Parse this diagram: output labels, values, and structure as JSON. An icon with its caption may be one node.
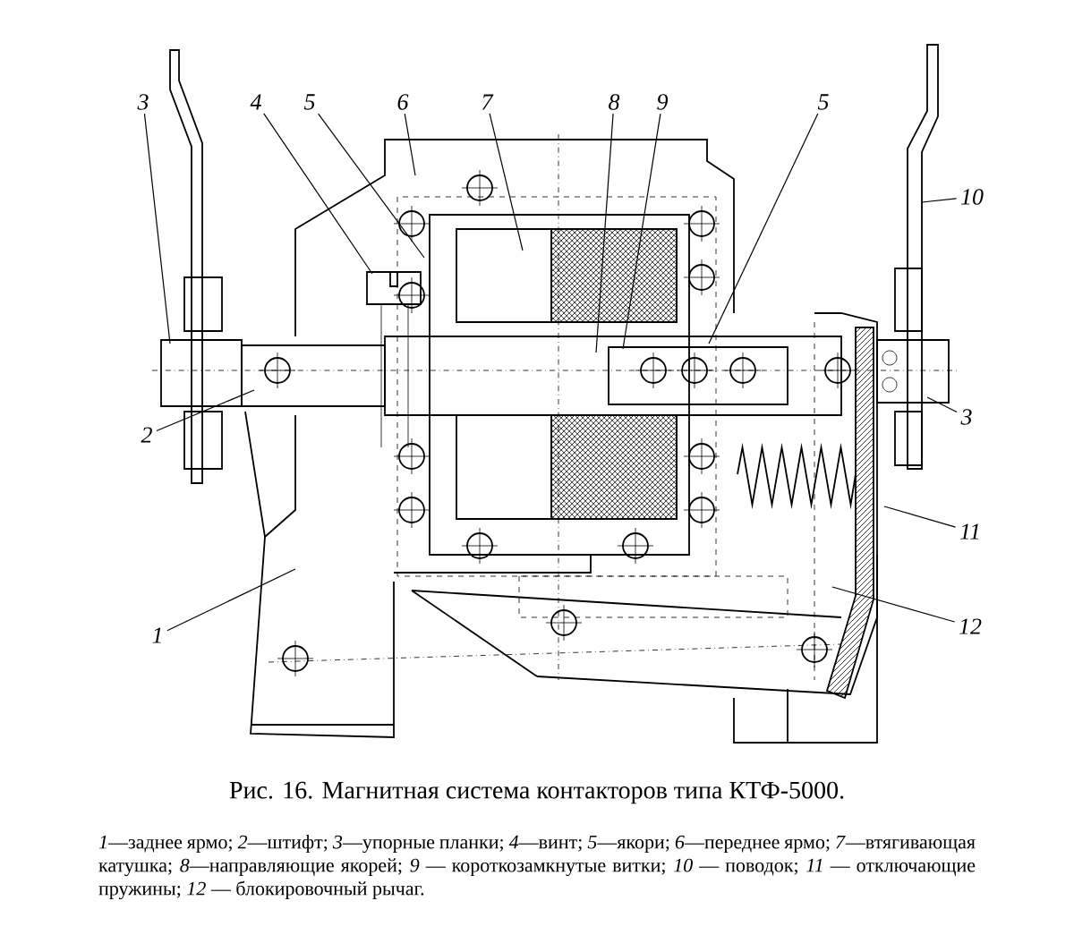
{
  "diagram": {
    "caption": "Рис. 16. Магнитная система контакторов типа КТФ-5000.",
    "nodes": [
      {
        "text": [
          "3"
        ]
      },
      {
        "text": [
          "4"
        ]
      },
      {
        "text": [
          "5"
        ]
      },
      {
        "text": [
          "6"
        ]
      },
      {
        "text": [
          "7"
        ]
      },
      {
        "text": [
          "8"
        ]
      },
      {
        "text": [
          "9"
        ]
      },
      {
        "text": [
          "5"
        ]
      },
      {
        "text": [
          "10"
        ]
      },
      {
        "text": [
          "3"
        ]
      },
      {
        "text": [
          "2"
        ]
      },
      {
        "text": [
          "11"
        ]
      },
      {
        "text": [
          "12"
        ]
      },
      {
        "text": [
          "1"
        ]
      }
    ],
    "edges": [
      {
        "from": 0,
        "to": null,
        "arrow": "none"
      },
      {
        "from": 1,
        "to": null,
        "arrow": "none"
      },
      {
        "from": 2,
        "to": null,
        "arrow": "none"
      },
      {
        "from": 3,
        "to": null,
        "arrow": "none"
      },
      {
        "from": 4,
        "to": null,
        "arrow": "none"
      },
      {
        "from": 5,
        "to": null,
        "arrow": "none"
      },
      {
        "from": 6,
        "to": null,
        "arrow": "none"
      },
      {
        "from": 7,
        "to": null,
        "arrow": "none"
      },
      {
        "from": 8,
        "to": null,
        "arrow": "none"
      },
      {
        "from": 9,
        "to": null,
        "arrow": "none"
      },
      {
        "from": 10,
        "to": null,
        "arrow": "none"
      },
      {
        "from": 11,
        "to": null,
        "arrow": "none"
      },
      {
        "from": 12,
        "to": null,
        "arrow": "none"
      },
      {
        "from": 13,
        "to": null,
        "arrow": "none"
      }
    ],
    "labels": [
      "*1*—заднее ярмо; *2*—штифт; *3*—упорные планки; *4*—винт; *5*—якори; *6*—переднее ярмо; *7*—втягивающая катушка; *8*—направляющие якорей; *9* — короткозамкнутые витки; *10* — поводок; *11* — отключающие пружины; *12* — блокировочный рычаг."
    ]
  }
}
